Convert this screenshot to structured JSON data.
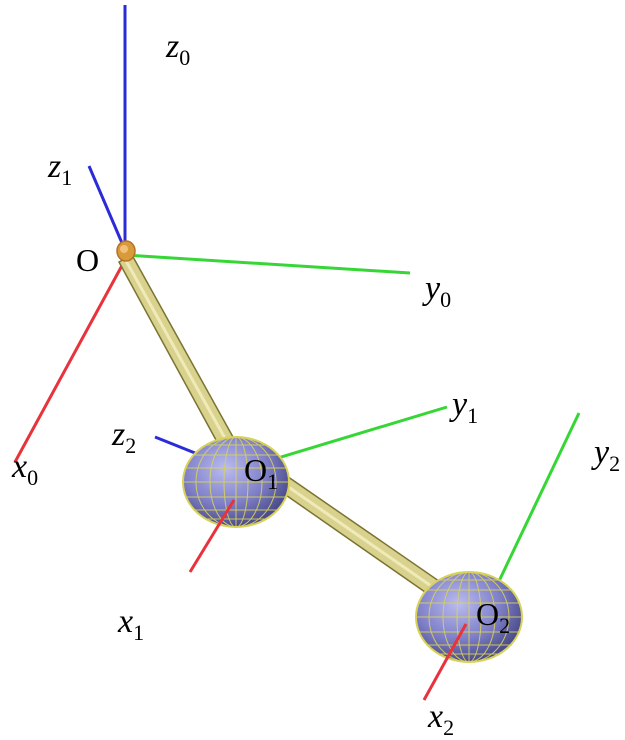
{
  "colors": {
    "x_axis": "#e8323c",
    "y_axis": "#36d636",
    "z_axis": "#2b2bd8",
    "link": "#c9c27a",
    "link_edge": "#8a843c",
    "joint_fill": "#7f80c8",
    "joint_grid": "#d8d25a",
    "background": "#ffffff"
  },
  "points": {
    "O": {
      "base": "O",
      "sub": ""
    },
    "O1": {
      "base": "O",
      "sub": "1"
    },
    "O2": {
      "base": "O",
      "sub": "2"
    }
  },
  "labels": {
    "z0": {
      "var": "z",
      "sub": "0"
    },
    "z1": {
      "var": "z",
      "sub": "1"
    },
    "z2": {
      "var": "z",
      "sub": "2"
    },
    "y0": {
      "var": "y",
      "sub": "0"
    },
    "y1": {
      "var": "y",
      "sub": "1"
    },
    "y2": {
      "var": "y",
      "sub": "2"
    },
    "x0": {
      "var": "x",
      "sub": "0"
    },
    "x1": {
      "var": "x",
      "sub": "1"
    },
    "x2": {
      "var": "x",
      "sub": "2"
    }
  }
}
